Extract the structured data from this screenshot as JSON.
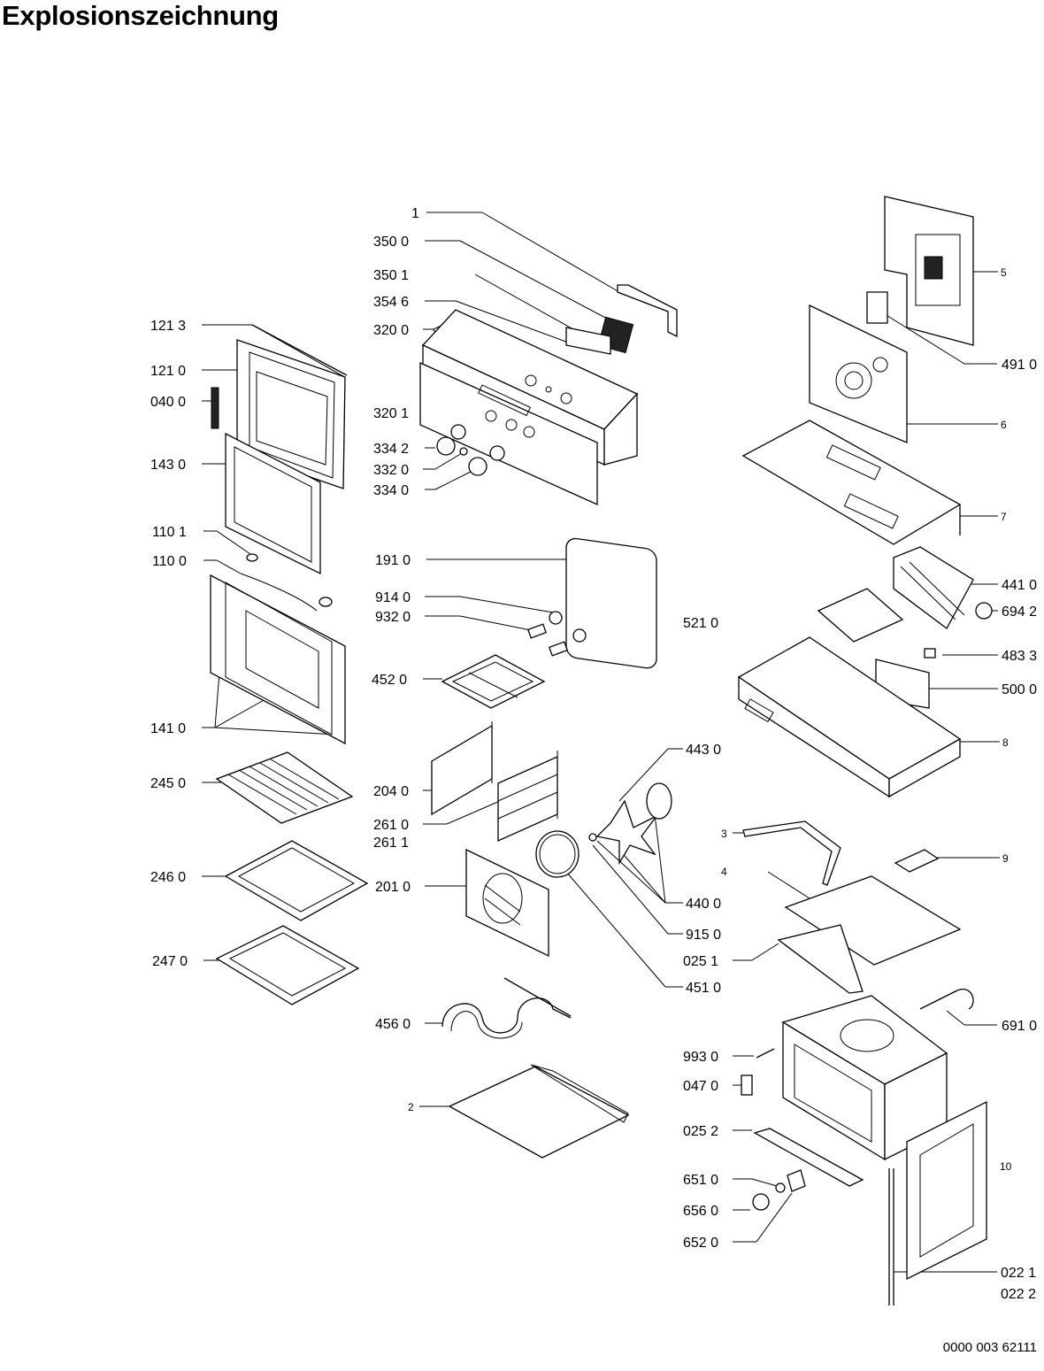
{
  "title": "Explosionszeichnung",
  "document_number": "0000 003 62111",
  "labels": {
    "l_1": "1",
    "l_3500": "350 0",
    "l_3501": "350 1",
    "l_3546": "354 6",
    "l_3200": "320 0",
    "l_3201": "320 1",
    "l_3342": "334 2",
    "l_3320": "332 0",
    "l_3340": "334 0",
    "l_1213": "121 3",
    "l_1210": "121 0",
    "l_0400": "040 0",
    "l_1430": "143 0",
    "l_1101": "110 1",
    "l_1100": "110 0",
    "l_1410": "141 0",
    "l_2450": "245 0",
    "l_2460": "246 0",
    "l_2470": "247 0",
    "l_1910": "191 0",
    "l_9140": "914 0",
    "l_9320": "932 0",
    "l_4520": "452 0",
    "l_2040": "204 0",
    "l_2610": "261 0",
    "l_2611": "261 1",
    "l_2010": "201 0",
    "l_4560": "456 0",
    "l_2": "2",
    "l_5210": "521 0",
    "l_4430": "443 0",
    "l_4400": "440 0",
    "l_9150": "915 0",
    "l_4510": "451 0",
    "l_5": "5",
    "l_4910": "491 0",
    "l_6": "6",
    "l_7": "7",
    "l_4410": "441 0",
    "l_6942": "694 2",
    "l_4833": "483 3",
    "l_5000": "500 0",
    "l_8": "8",
    "l_3": "3",
    "l_4": "4",
    "l_9": "9",
    "l_0251": "025 1",
    "l_6910": "691 0",
    "l_9930": "993 0",
    "l_0470": "047 0",
    "l_0252": "025 2",
    "l_10": "10",
    "l_6510": "651 0",
    "l_6560": "656 0",
    "l_6520": "652 0",
    "l_0221": "022 1",
    "l_0222": "022 2"
  }
}
